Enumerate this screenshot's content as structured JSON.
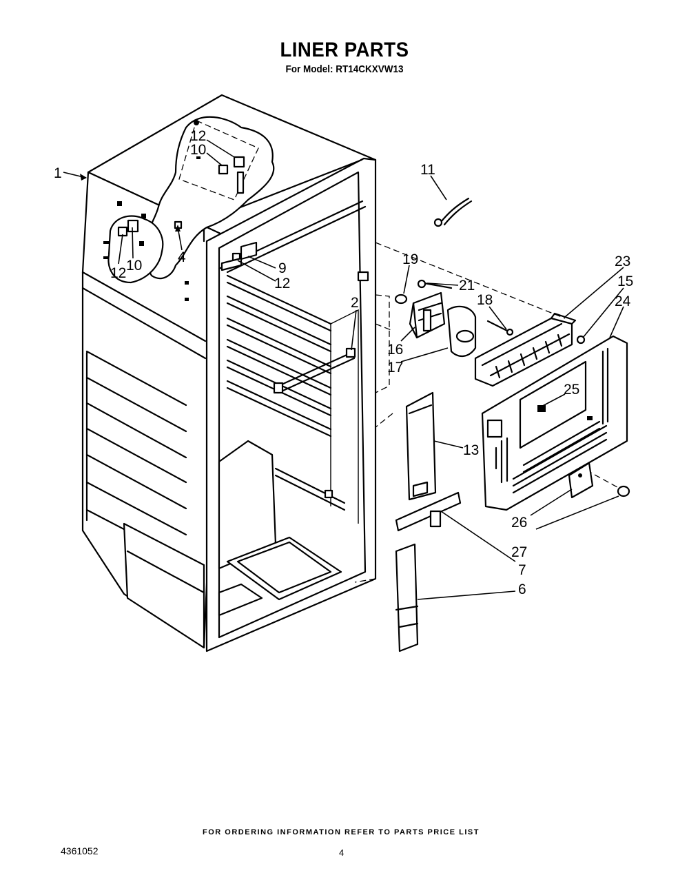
{
  "title": "LINER PARTS",
  "subtitle": "For Model: RT14CKXVW13",
  "footer_note": "FOR ORDERING INFORMATION REFER TO PARTS PRICE LIST",
  "doc_number": "4361052",
  "page_number": "4",
  "callouts": {
    "c1": "1",
    "c12a": "12",
    "c10a": "10",
    "c4": "4",
    "c12b": "12",
    "c10b": "10",
    "c9": "9",
    "c12c": "12",
    "c2": "2",
    "c11": "11",
    "c19": "19",
    "c21": "21",
    "c18": "18",
    "c16": "16",
    "c17": "17",
    "c23": "23",
    "c15": "15",
    "c24": "24",
    "c25": "25",
    "c13": "13",
    "c26": "26",
    "c27": "27",
    "c7": "7",
    "c6": "6"
  }
}
